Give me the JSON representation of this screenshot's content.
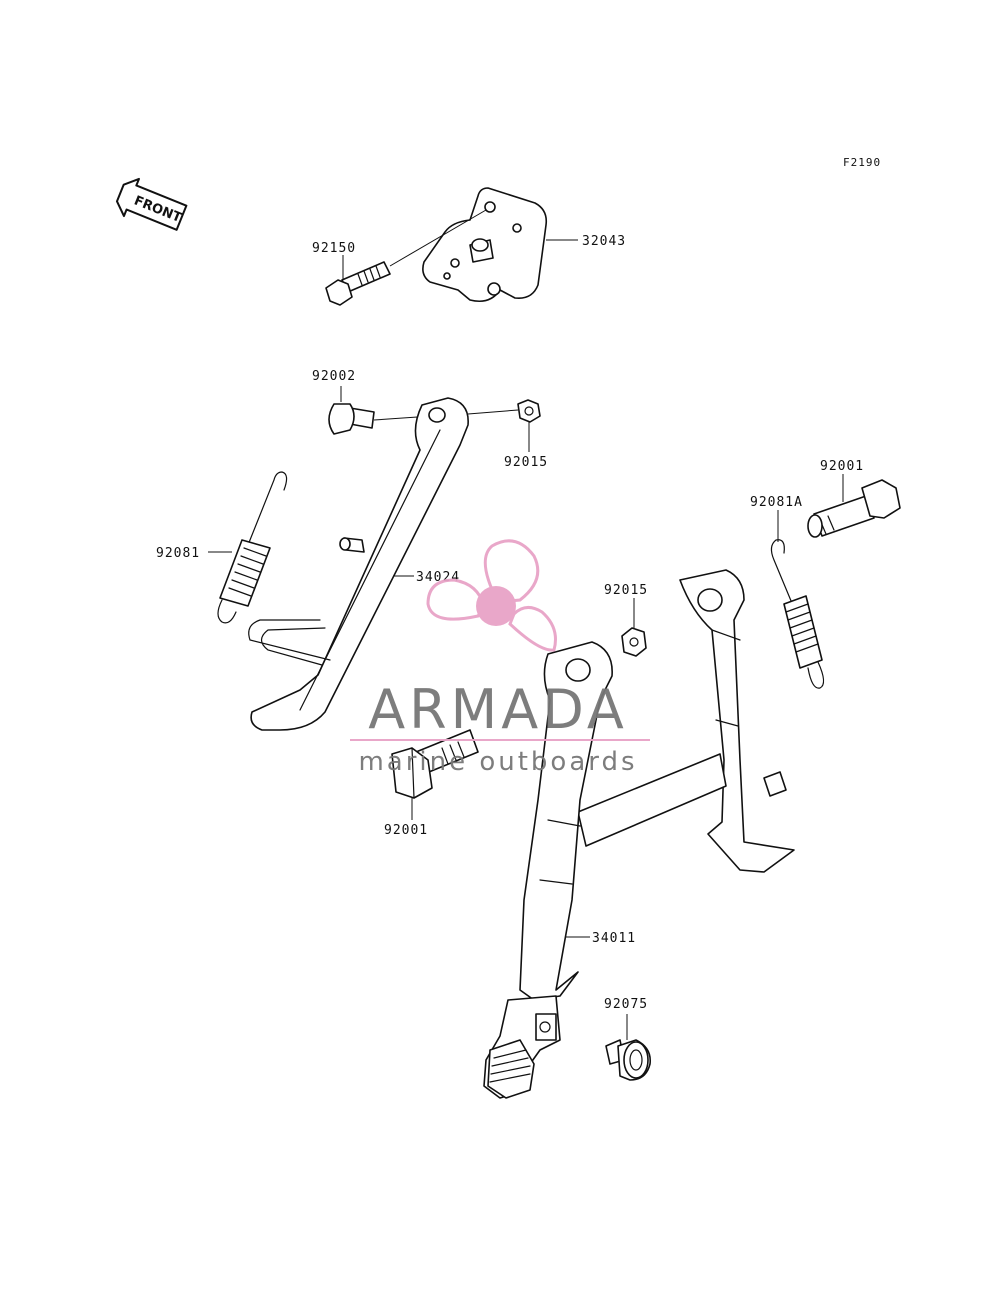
{
  "figure_code": "F2190",
  "front_label": "FRONT",
  "parts": {
    "p92150": "92150",
    "p32043": "32043",
    "p92002": "92002",
    "p92015a": "92015",
    "p92081": "92081",
    "p34024": "34024",
    "p92001a": "92001",
    "p92081A": "92081A",
    "p92015b": "92015",
    "p92001b": "92001",
    "p34011": "34011",
    "p92075": "92075"
  },
  "watermark": {
    "brand": "ARMADA",
    "tagline": "marine outboards",
    "logo_color": "#e8a3c7",
    "text_color": "#777777"
  }
}
